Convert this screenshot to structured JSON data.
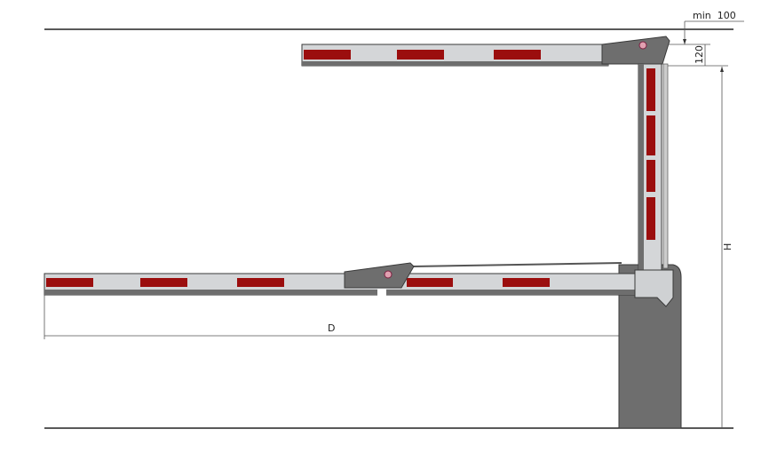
{
  "drawing": {
    "title": "Barrier arm clearance diagram",
    "dimensions": {
      "min_clearance_label": "min  100",
      "offset_label": "120",
      "height_label": "H",
      "distance_label": "D"
    },
    "colors": {
      "stripe_red": "#9b0e0e",
      "stripe_white": "#d4d6d8",
      "frame_gray": "#6e6e6e",
      "dark_edge": "#3a3a3a"
    }
  }
}
